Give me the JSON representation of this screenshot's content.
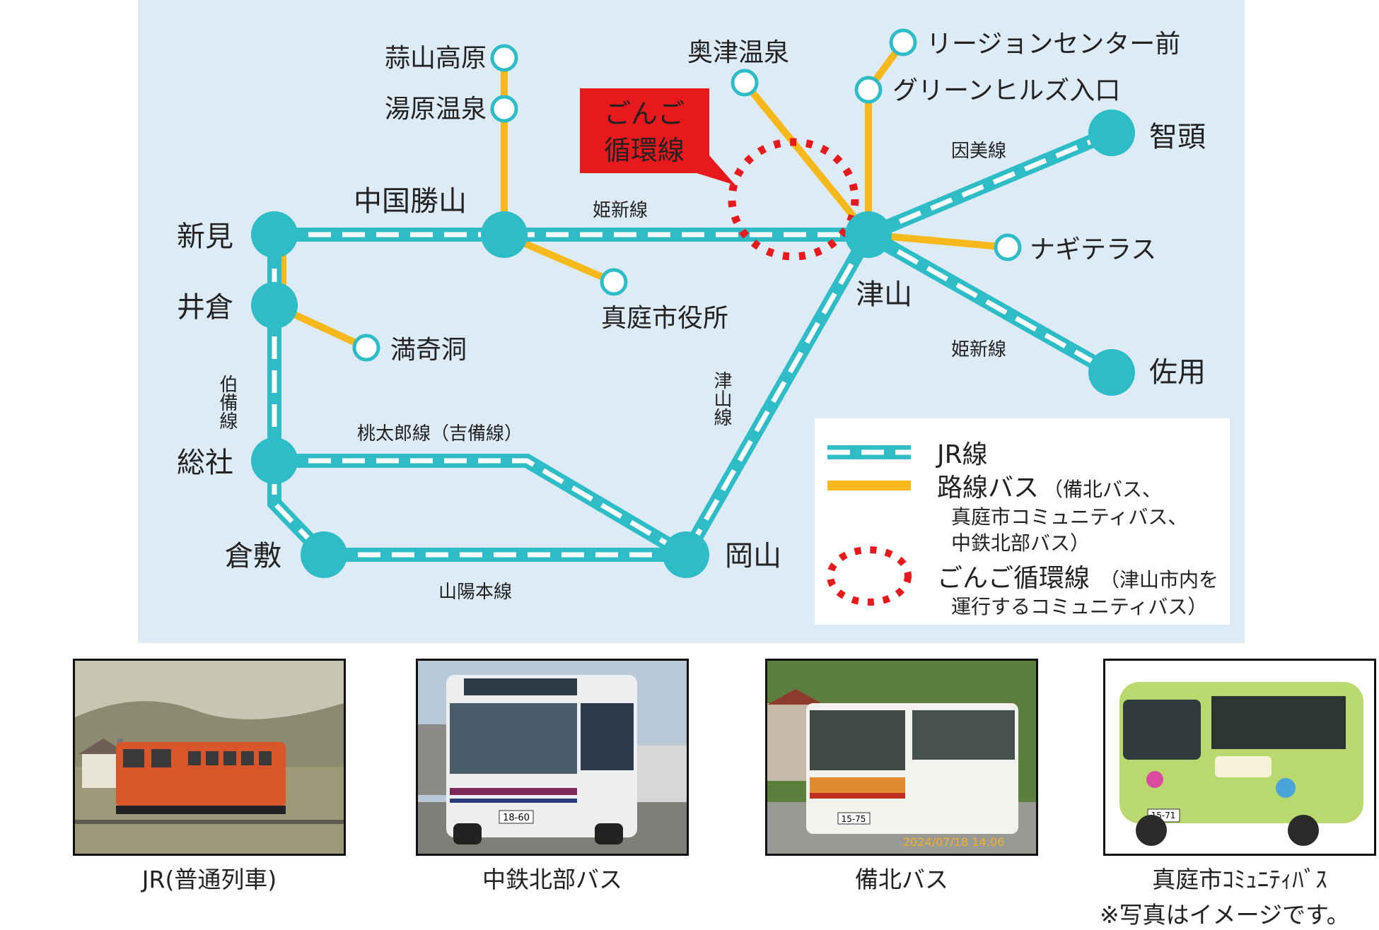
{
  "colors": {
    "map_bg": "#ddebf6",
    "jr_line": "#2ebcc7",
    "bus_line": "#f6b81a",
    "loop_dashed": "#e8191c",
    "callout_bg": "#e8191c",
    "station_fill": "#2ebcc7",
    "stop_fill": "#ffffff"
  },
  "stations": {
    "niimi": "新見",
    "ikura": "井倉",
    "chugoku_katsuyama": "中国勝山",
    "tsuyama": "津山",
    "chizu": "智頭",
    "sayo": "佐用",
    "soja": "総社",
    "kurashiki": "倉敷",
    "okayama": "岡山"
  },
  "bus_stops": {
    "hiruzen_kogen": "蒜山高原",
    "yubara_onsen": "湯原温泉",
    "maniwa_city_hall": "真庭市役所",
    "mankido": "満奇洞",
    "okutsu_onsen": "奥津温泉",
    "region_center": "リージョンセンター前",
    "green_hills": "グリーンヒルズ入口",
    "nagi_terrace": "ナギテラス"
  },
  "line_labels": {
    "kishin_top": "姫新線",
    "inbi": "因美線",
    "kishin_right": "姫新線",
    "hakubi": "伯備線",
    "tsuyama_line": "津山線",
    "momotaro": "桃太郎線（吉備線）",
    "sanyo": "山陽本線"
  },
  "callout": {
    "line1": "ごんご",
    "line2": "循環線"
  },
  "legend": {
    "jr": "JR線",
    "bus_main": "路線バス",
    "bus_detail1": "（備北バス、",
    "bus_detail2": "真庭市コミュニティバス、",
    "bus_detail3": "中鉄北部バス）",
    "loop_main": "ごんご循環線",
    "loop_detail1": "（津山市内を",
    "loop_detail2": "運行するコミュニティバス）"
  },
  "photos": [
    {
      "caption": "JR(普通列車)",
      "icon": "train-photo"
    },
    {
      "caption": "中鉄北部バス",
      "icon": "bus-photo"
    },
    {
      "caption": "備北バス",
      "icon": "bus-photo"
    },
    {
      "caption": "真庭市ｺﾐｭﾆﾃｨﾊﾞｽ",
      "icon": "bus-photo"
    }
  ],
  "photo_texts": {
    "plate_chutetsu": "18-60",
    "plate_bihoku": "15-75",
    "timestamp_bihoku": "2024/07/18 14:06",
    "plate_maniwa": "15-71"
  },
  "note": "※写真はイメージです。"
}
